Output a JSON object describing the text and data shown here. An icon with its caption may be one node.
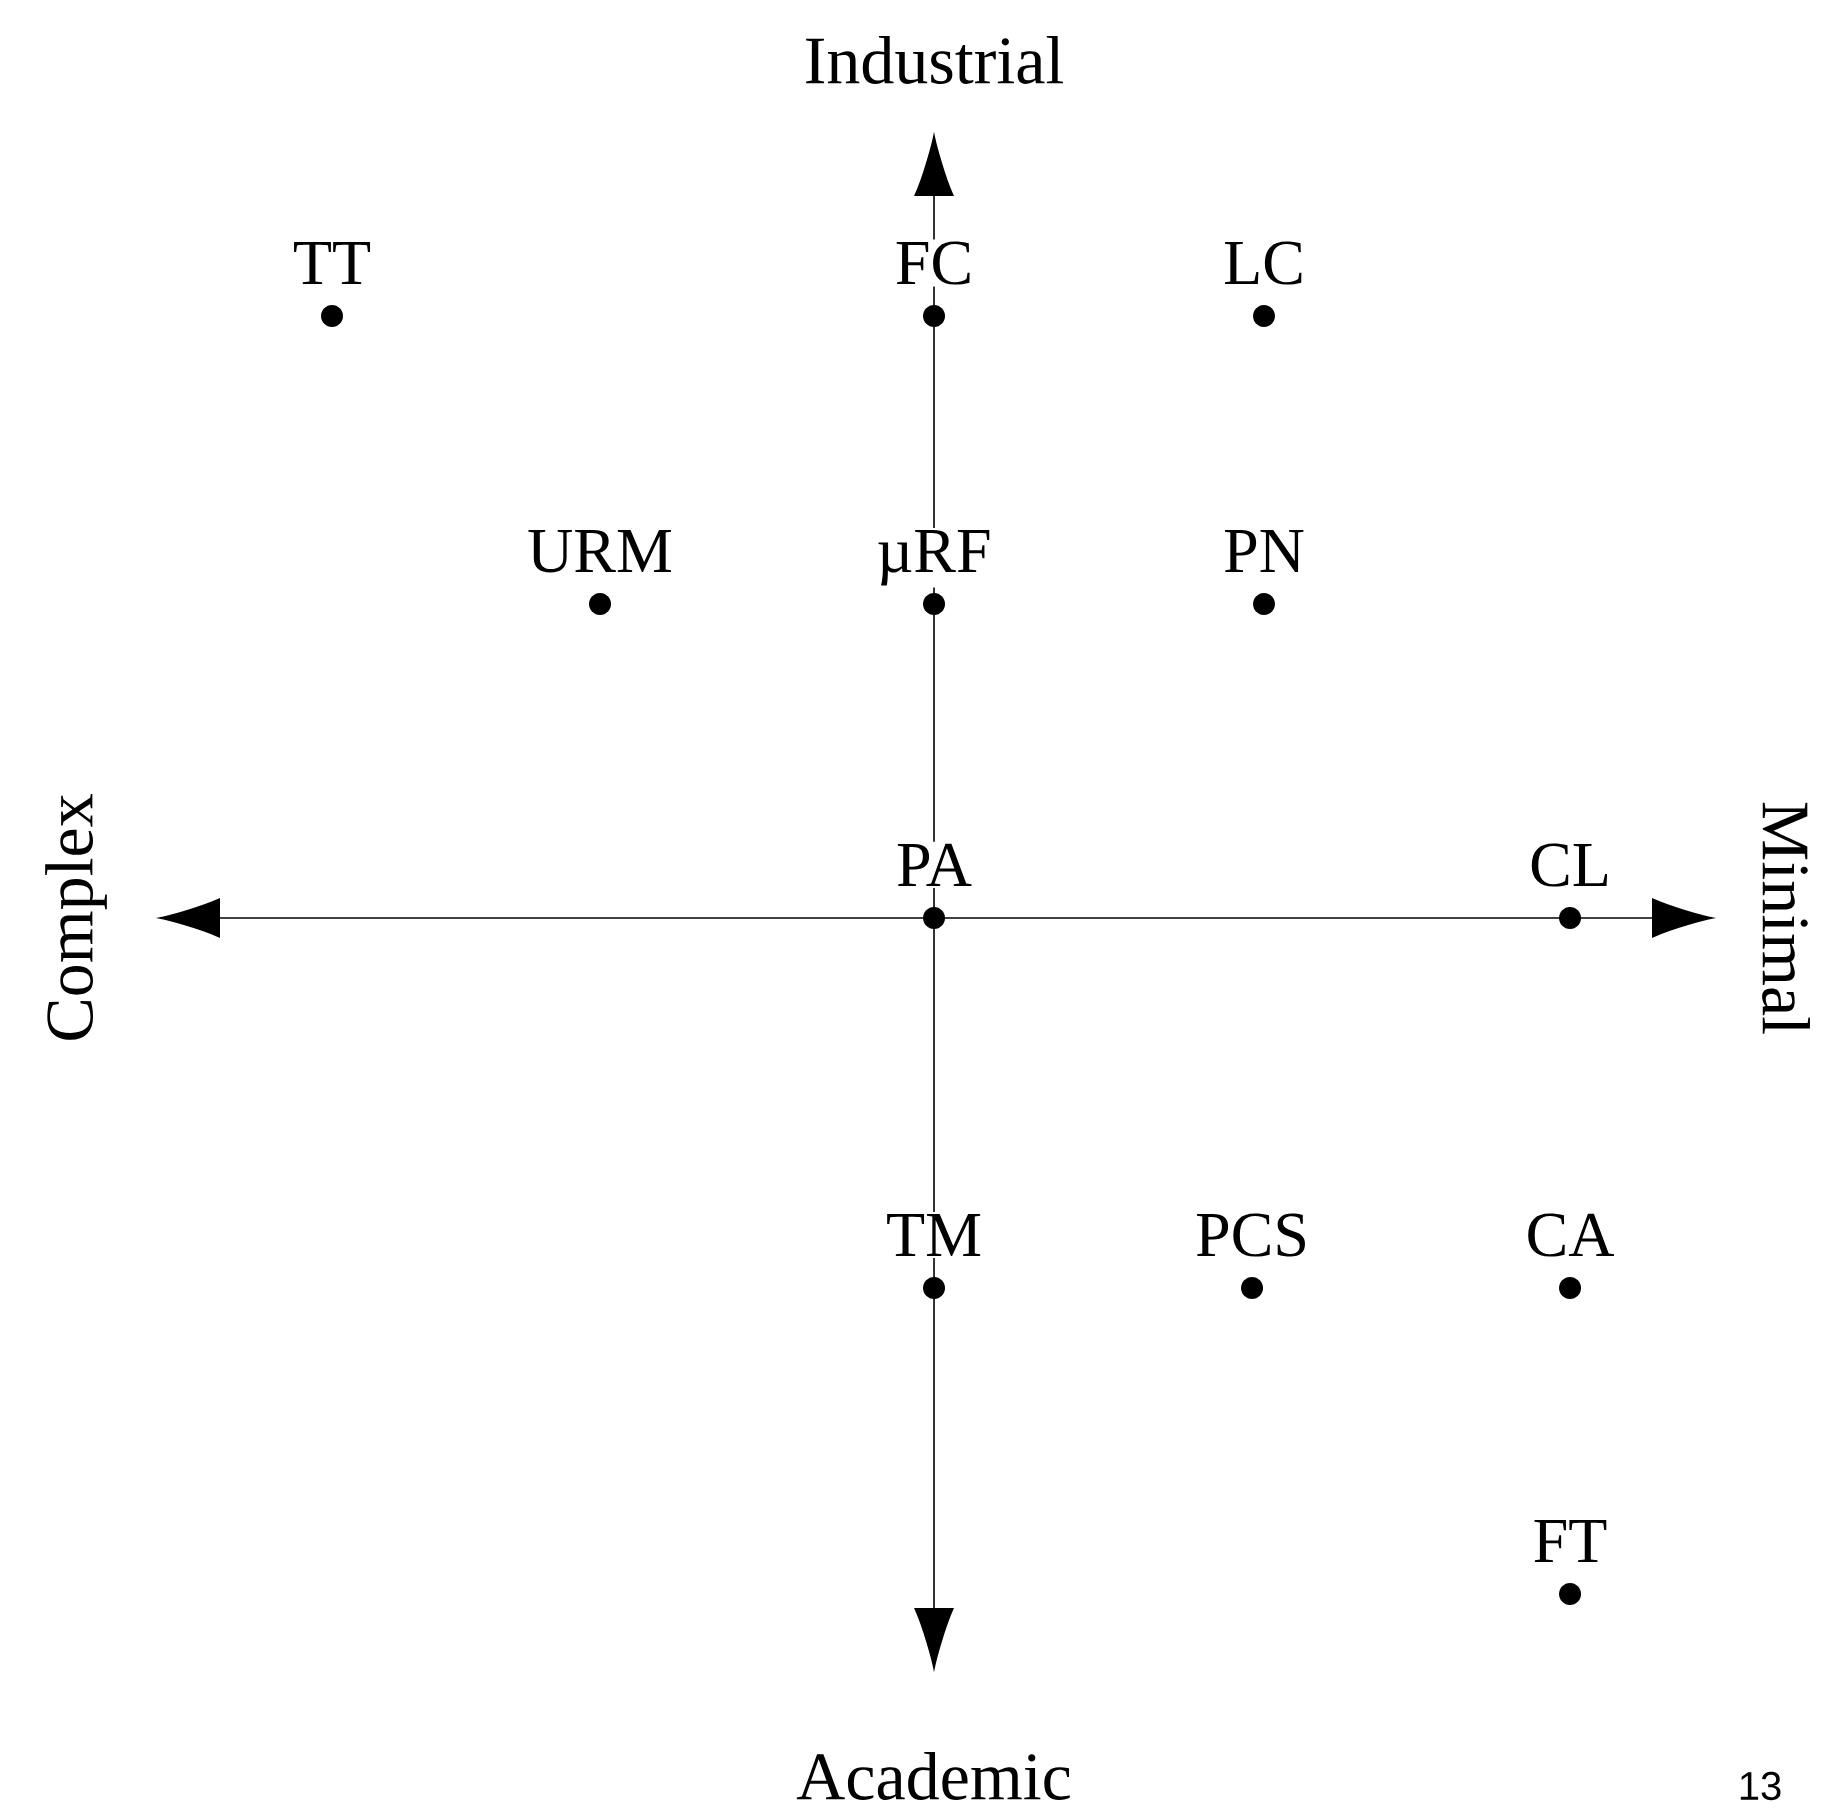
{
  "diagram": {
    "nodes": [
      {
        "text": [
          "TT"
        ]
      },
      {
        "text": [
          "FC"
        ]
      },
      {
        "text": [
          "LC"
        ]
      },
      {
        "text": [
          "URM"
        ]
      },
      {
        "text": [
          "µRF"
        ]
      },
      {
        "text": [
          "PN"
        ]
      },
      {
        "text": [
          "PA"
        ]
      },
      {
        "text": [
          "CL"
        ]
      },
      {
        "text": [
          "TM"
        ]
      },
      {
        "text": [
          "PCS"
        ]
      },
      {
        "text": [
          "CA"
        ]
      },
      {
        "text": [
          "FT"
        ]
      }
    ],
    "labels": [
      "Industrial",
      "Complex",
      "Minimal",
      "Academic",
      "13"
    ]
  }
}
